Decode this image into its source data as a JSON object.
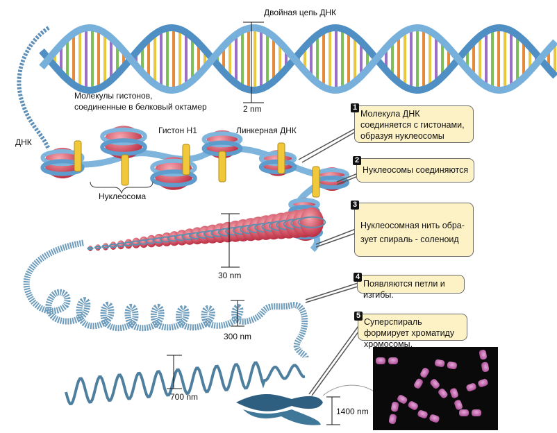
{
  "labels": {
    "double_helix": "Двойная цепь ДНК",
    "helix_width": "2 nm",
    "histones_line1": "Молекулы гистонов,",
    "histones_line2": "соединенные в белковый октамер",
    "dna": "ДНК",
    "histone_h1": "Гистон H1",
    "linker_dna": "Линкерная ДНК",
    "nucleosome": "Нуклеосома",
    "solenoid_width": "30 nm",
    "loops_width": "300 nm",
    "supercoil_width": "700 nm",
    "chromatid_width": "1400 nm"
  },
  "steps": [
    {
      "num": "1",
      "text": "Молекула ДНК соединяется с гистонами, образуя нуклеосомы"
    },
    {
      "num": "2",
      "text": "Нуклеосомы соединяются"
    },
    {
      "num": "3",
      "text": "Нуклеосомная нить обра-зует спираль - соленоид"
    },
    {
      "num": "4",
      "text": "Появляются петли и изгибы."
    },
    {
      "num": "5",
      "text": "Суперспираль формирует хроматиду хромосомы."
    }
  ],
  "colors": {
    "callout_bg": "#fdf1c6",
    "dna_strand": "#5d9ccc",
    "histone": "#d9485a",
    "h1": "#f0c83a"
  }
}
